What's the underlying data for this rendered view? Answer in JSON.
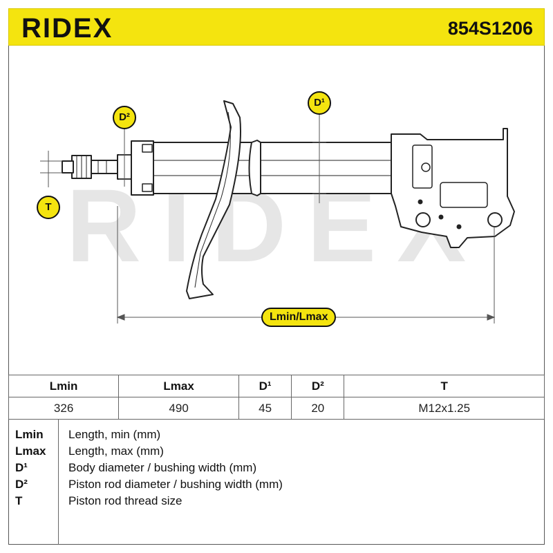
{
  "header": {
    "brand": "RIDEX",
    "part_number": "854S1206"
  },
  "drawing": {
    "watermark": "RIDEX",
    "labels": {
      "d1": "D¹",
      "d2": "D²",
      "t": "T",
      "length": "Lmin/Lmax"
    }
  },
  "specs": {
    "headers": [
      "Lmin",
      "Lmax",
      "D¹",
      "D²",
      "T"
    ],
    "values": [
      "326",
      "490",
      "45",
      "20",
      "M12x1.25"
    ]
  },
  "legend": [
    {
      "key": "Lmin",
      "desc": "Length, min (mm)"
    },
    {
      "key": "Lmax",
      "desc": "Length, max (mm)"
    },
    {
      "key": "D¹",
      "desc": "Body diameter / bushing width (mm)"
    },
    {
      "key": "D²",
      "desc": "Piston rod diameter / bushing width (mm)"
    },
    {
      "key": "T",
      "desc": "Piston rod thread size"
    }
  ]
}
